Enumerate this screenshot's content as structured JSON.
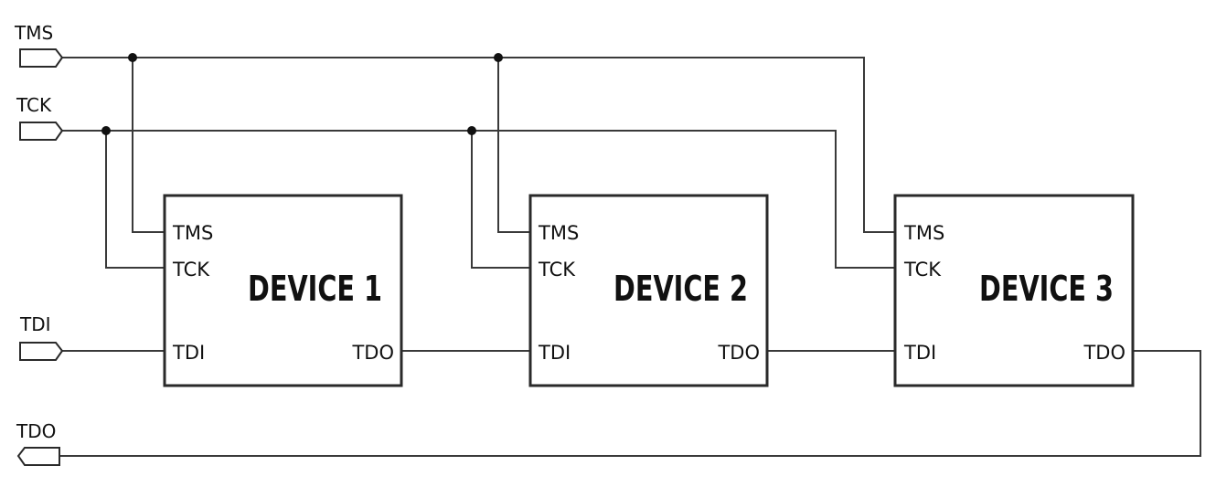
{
  "signals": {
    "tms": "TMS",
    "tck": "TCK",
    "tdi": "TDI",
    "tdo": "TDO"
  },
  "devices": [
    {
      "title": "DEVICE 1",
      "pins": {
        "tms": "TMS",
        "tck": "TCK",
        "tdi": "TDI",
        "tdo": "TDO"
      }
    },
    {
      "title": "DEVICE 2",
      "pins": {
        "tms": "TMS",
        "tck": "TCK",
        "tdi": "TDI",
        "tdo": "TDO"
      }
    },
    {
      "title": "DEVICE 3",
      "pins": {
        "tms": "TMS",
        "tck": "TCK",
        "tdi": "TDI",
        "tdo": "TDO"
      }
    }
  ]
}
